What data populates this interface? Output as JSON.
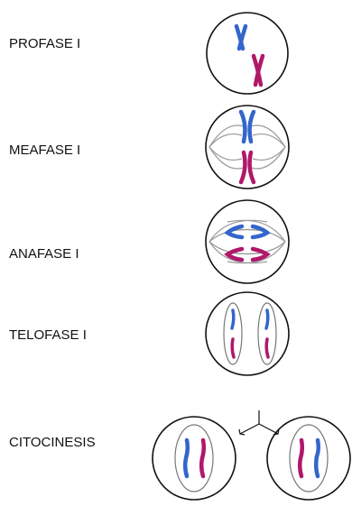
{
  "stages": [
    {
      "id": "profase",
      "label": "PROFASE I"
    },
    {
      "id": "metafase",
      "label": "MEAFASE I"
    },
    {
      "id": "anafase",
      "label": "ANAFASE I"
    },
    {
      "id": "telofase",
      "label": "TELOFASE I"
    },
    {
      "id": "citocinesis",
      "label": "CITOCINESIS"
    }
  ],
  "colors": {
    "paternal_chromosome": "#3366cc",
    "maternal_chromosome": "#b0186a",
    "cell_membrane": "#111111",
    "spindle_fibers": "#9a9a9a"
  }
}
